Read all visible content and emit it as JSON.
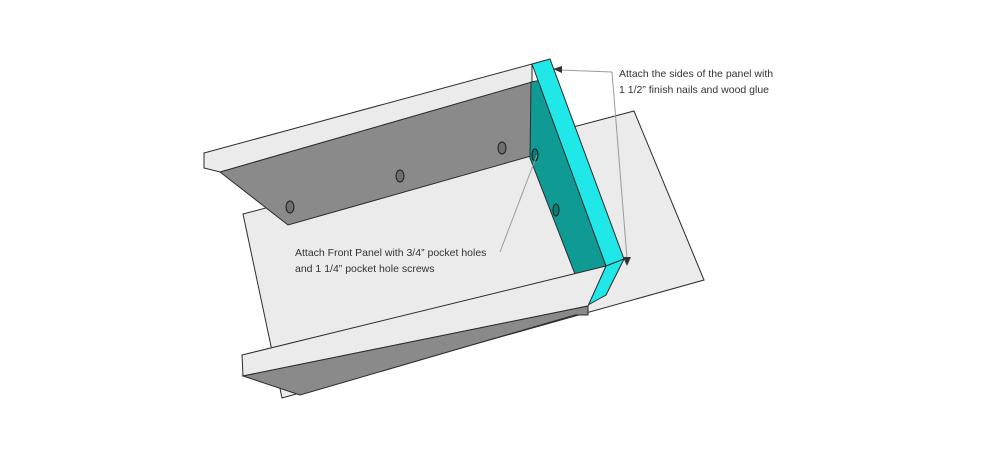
{
  "annotations": {
    "sides": {
      "line1": "Attach the sides of the panel with",
      "line2": "1 1/2” finish nails and wood glue"
    },
    "front": {
      "line1": "Attach Front Panel with 3/4” pocket holes",
      "line2": "and 1 1/4” pocket hole screws"
    }
  },
  "colors": {
    "board_top": "#ebebeb",
    "board_face": "#8a8a8a",
    "edge_stroke": "#2b2b2b",
    "side_panel_face": "#0f9b93",
    "side_panel_edge": "#20e8e8",
    "leader_line": "#9a9a9a",
    "arrow_head": "#333333"
  }
}
